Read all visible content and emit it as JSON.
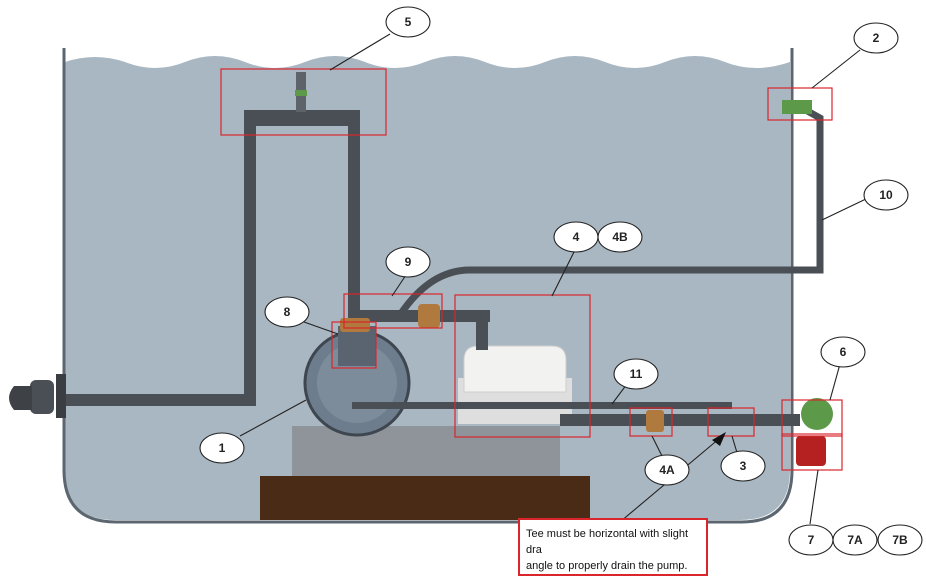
{
  "callouts": {
    "c1": "1",
    "c2": "2",
    "c3": "3",
    "c4": "4",
    "c4a": "4A",
    "c4b": "4B",
    "c5": "5",
    "c6": "6",
    "c7": "7",
    "c7a": "7A",
    "c7b": "7B",
    "c8": "8",
    "c9": "9",
    "c10": "10",
    "c11": "11"
  },
  "note": {
    "line1": "Tee must be horizontal with slight dra",
    "line2": "angle to properly drain the pump."
  },
  "colors": {
    "water": "#a9b7c2",
    "tank_wall": "#5b6670",
    "pipe": "#4a4f55",
    "highlight_box": "#d9262c",
    "brass": "#b07a3f",
    "base": "#4a2c16",
    "stand": "#8e9499",
    "pump_housing": "#e8e8e6",
    "valve_green": "#5c9a4a",
    "valve_red": "#b52020"
  }
}
